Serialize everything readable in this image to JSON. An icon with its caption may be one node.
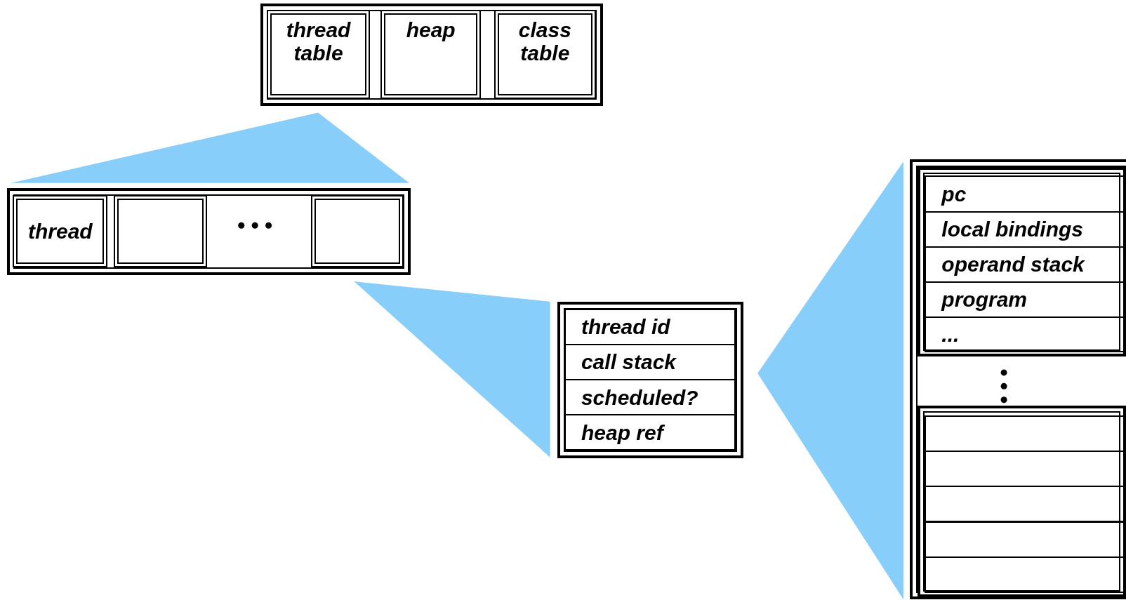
{
  "diagram": {
    "nodes": [
      {
        "text": [],
        "shape": "box"
      },
      {
        "text": [
          "thread table"
        ],
        "in": 0
      },
      {
        "text": [
          "heap"
        ],
        "in": 0
      },
      {
        "text": [
          "class table"
        ],
        "in": 0
      },
      {
        "text": [],
        "shape": "box"
      },
      {
        "text": [
          "thread"
        ],
        "in": 4
      },
      {
        "text": [],
        "shape": "box",
        "in": 4
      },
      {
        "text": [],
        "shape": "box",
        "in": 4
      },
      {
        "text": [],
        "shape": "box"
      },
      {
        "text": [
          "thread id"
        ],
        "in": 8
      },
      {
        "text": [
          "call stack"
        ],
        "in": 8
      },
      {
        "text": [
          "scheduled?"
        ],
        "in": 8
      },
      {
        "text": [
          "heap ref"
        ],
        "in": 8
      },
      {
        "text": [],
        "shape": "box"
      },
      {
        "text": [],
        "shape": "box",
        "in": 13
      },
      {
        "text": [
          "pc"
        ],
        "in": 14
      },
      {
        "text": [
          "local bindings"
        ],
        "in": 14
      },
      {
        "text": [
          "operand stack"
        ],
        "in": 14
      },
      {
        "text": [
          "program"
        ],
        "in": 14
      },
      {
        "text": [
          "..."
        ],
        "in": 14
      },
      {
        "text": [],
        "shape": "box",
        "in": 13
      },
      {
        "text": [],
        "shape": "box",
        "in": 20
      },
      {
        "text": [],
        "shape": "box",
        "in": 20
      },
      {
        "text": [],
        "shape": "box",
        "in": 20
      },
      {
        "text": [],
        "shape": "box",
        "in": 20
      },
      {
        "text": [],
        "shape": "box",
        "in": 20
      },
      {
        "text": [],
        "shape": "triangle"
      },
      {
        "text": [],
        "shape": "triangle"
      },
      {
        "text": [],
        "shape": "triangle"
      }
    ]
  }
}
